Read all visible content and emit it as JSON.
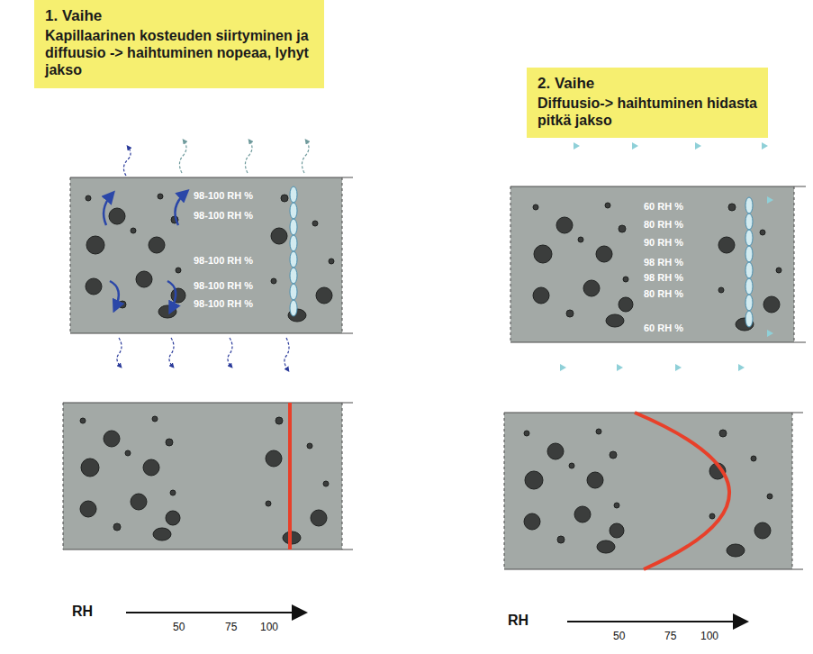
{
  "diagram": {
    "nodes": [
      {
        "text": [
          "1. Vaihe",
          "Kapillaarinen kosteuden siirtyminen ja diffuusio -> haihtuminen nopeaa, lyhyt jakso"
        ]
      },
      {
        "text": [
          "2. Vaihe",
          "Diffuusio-> haihtuminen hidasta pitkä jakso"
        ]
      },
      {
        "text": [
          "98-100 RH %",
          "98-100 RH %",
          "98-100 RH %",
          "98-100 RH %",
          "98-100 RH %"
        ]
      },
      {
        "text": [
          "60 RH %",
          "80 RH %",
          "90 RH %",
          "98 RH %",
          "98 RH %",
          "80 RH %",
          "60 RH %"
        ]
      }
    ],
    "labels": [
      "RH",
      "50",
      "75",
      "100",
      "RH",
      "50",
      "75",
      "100"
    ]
  }
}
